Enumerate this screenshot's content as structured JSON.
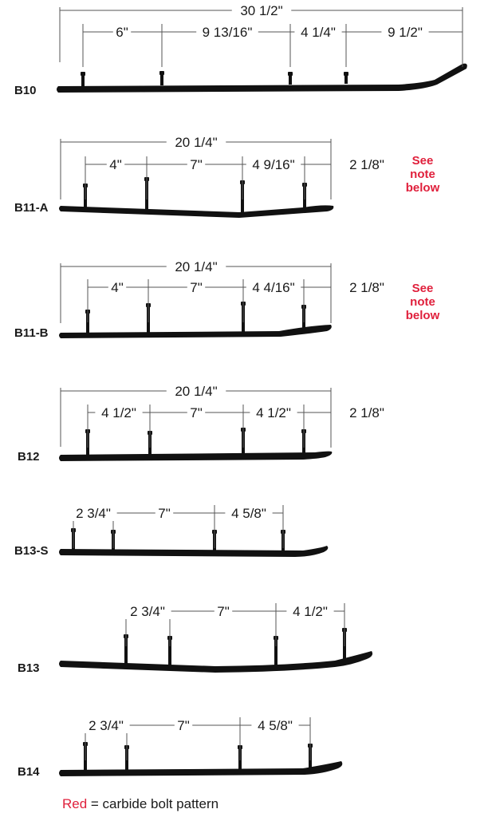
{
  "colors": {
    "accent_red": "#e0203c",
    "runner": "#111111",
    "dimension_line": "#555555",
    "text": "#1a1a1a"
  },
  "runners": [
    {
      "name": "B10",
      "overall": "30 1/2\"",
      "segments": [
        "6\"",
        "9 13/16\"",
        "4 1/4\"",
        "9 1/2\""
      ],
      "note": ""
    },
    {
      "name": "B11-A",
      "overall": "20 1/4\"",
      "segments": [
        "4\"",
        "7\"",
        "4 9/16\"",
        "2 1/8\""
      ],
      "note": "See\nnote\nbelow"
    },
    {
      "name": "B11-B",
      "overall": "20 1/4\"",
      "segments": [
        "4\"",
        "7\"",
        "4 4/16\"",
        "2 1/8\""
      ],
      "note": "See\nnote\nbelow"
    },
    {
      "name": "B12",
      "overall": "20 1/4\"",
      "segments": [
        "4 1/2\"",
        "7\"",
        "4 1/2\"",
        "2 1/8\""
      ],
      "note": ""
    },
    {
      "name": "B13-S",
      "overall": "",
      "segments": [
        "2 3/4\"",
        "7\"",
        "4 5/8\""
      ],
      "note": ""
    },
    {
      "name": "B13",
      "overall": "",
      "segments": [
        "2 3/4\"",
        "7\"",
        "4 1/2\""
      ],
      "note": ""
    },
    {
      "name": "B14",
      "overall": "",
      "segments": [
        "2 3/4\"",
        "7\"",
        "4 5/8\""
      ],
      "note": ""
    }
  ],
  "legend": {
    "red_word": "Red",
    "rest": " = carbide bolt pattern"
  }
}
